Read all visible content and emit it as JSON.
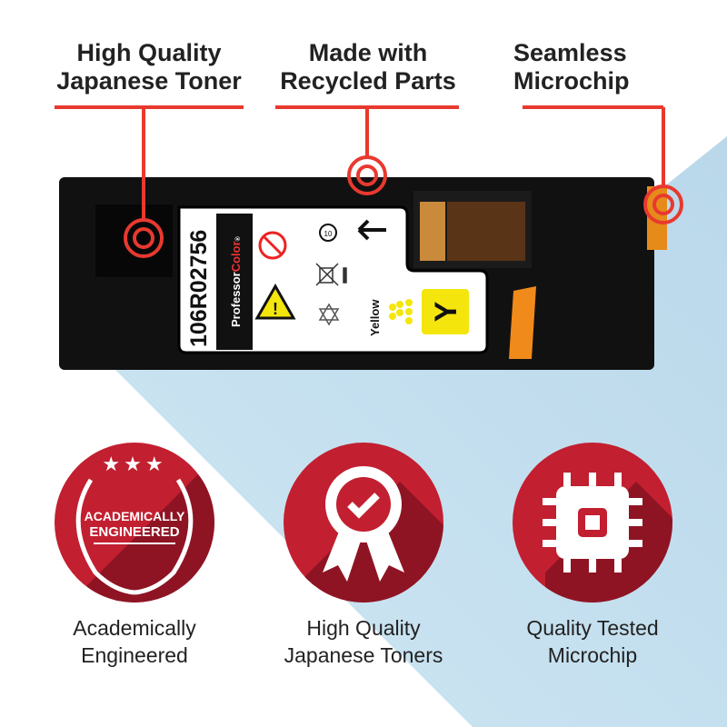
{
  "callouts": [
    {
      "line1": "High Quality",
      "line2": "Japanese Toner"
    },
    {
      "line1": "Made with",
      "line2": "Recycled Parts"
    },
    {
      "line1": "Seamless",
      "line2": "Microchip"
    }
  ],
  "label": {
    "part_number": "106R02756",
    "brand_part1": "Professor",
    "brand_part2": "Color",
    "registered": "®",
    "color_name": "Yellow",
    "color_letter": "Y",
    "rotate_count": "10"
  },
  "badges": [
    {
      "emblem_line1": "ACADEMICALLY",
      "emblem_line2": "ENGINEERED",
      "caption_line1": "Academically",
      "caption_line2": "Engineered",
      "icon": "laurel-stars-icon"
    },
    {
      "caption_line1": "High Quality",
      "caption_line2": "Japanese Toners",
      "icon": "award-ribbon-check-icon"
    },
    {
      "caption_line1": "Quality Tested",
      "caption_line2": "Microchip",
      "icon": "microchip-icon"
    }
  ],
  "colors": {
    "accent_red": "#e8392f",
    "badge_red": "#c21f30",
    "badge_shadow": "#8e1424",
    "band_blue": "#c9e2f0",
    "toner_yellow": "#f4e60c"
  }
}
